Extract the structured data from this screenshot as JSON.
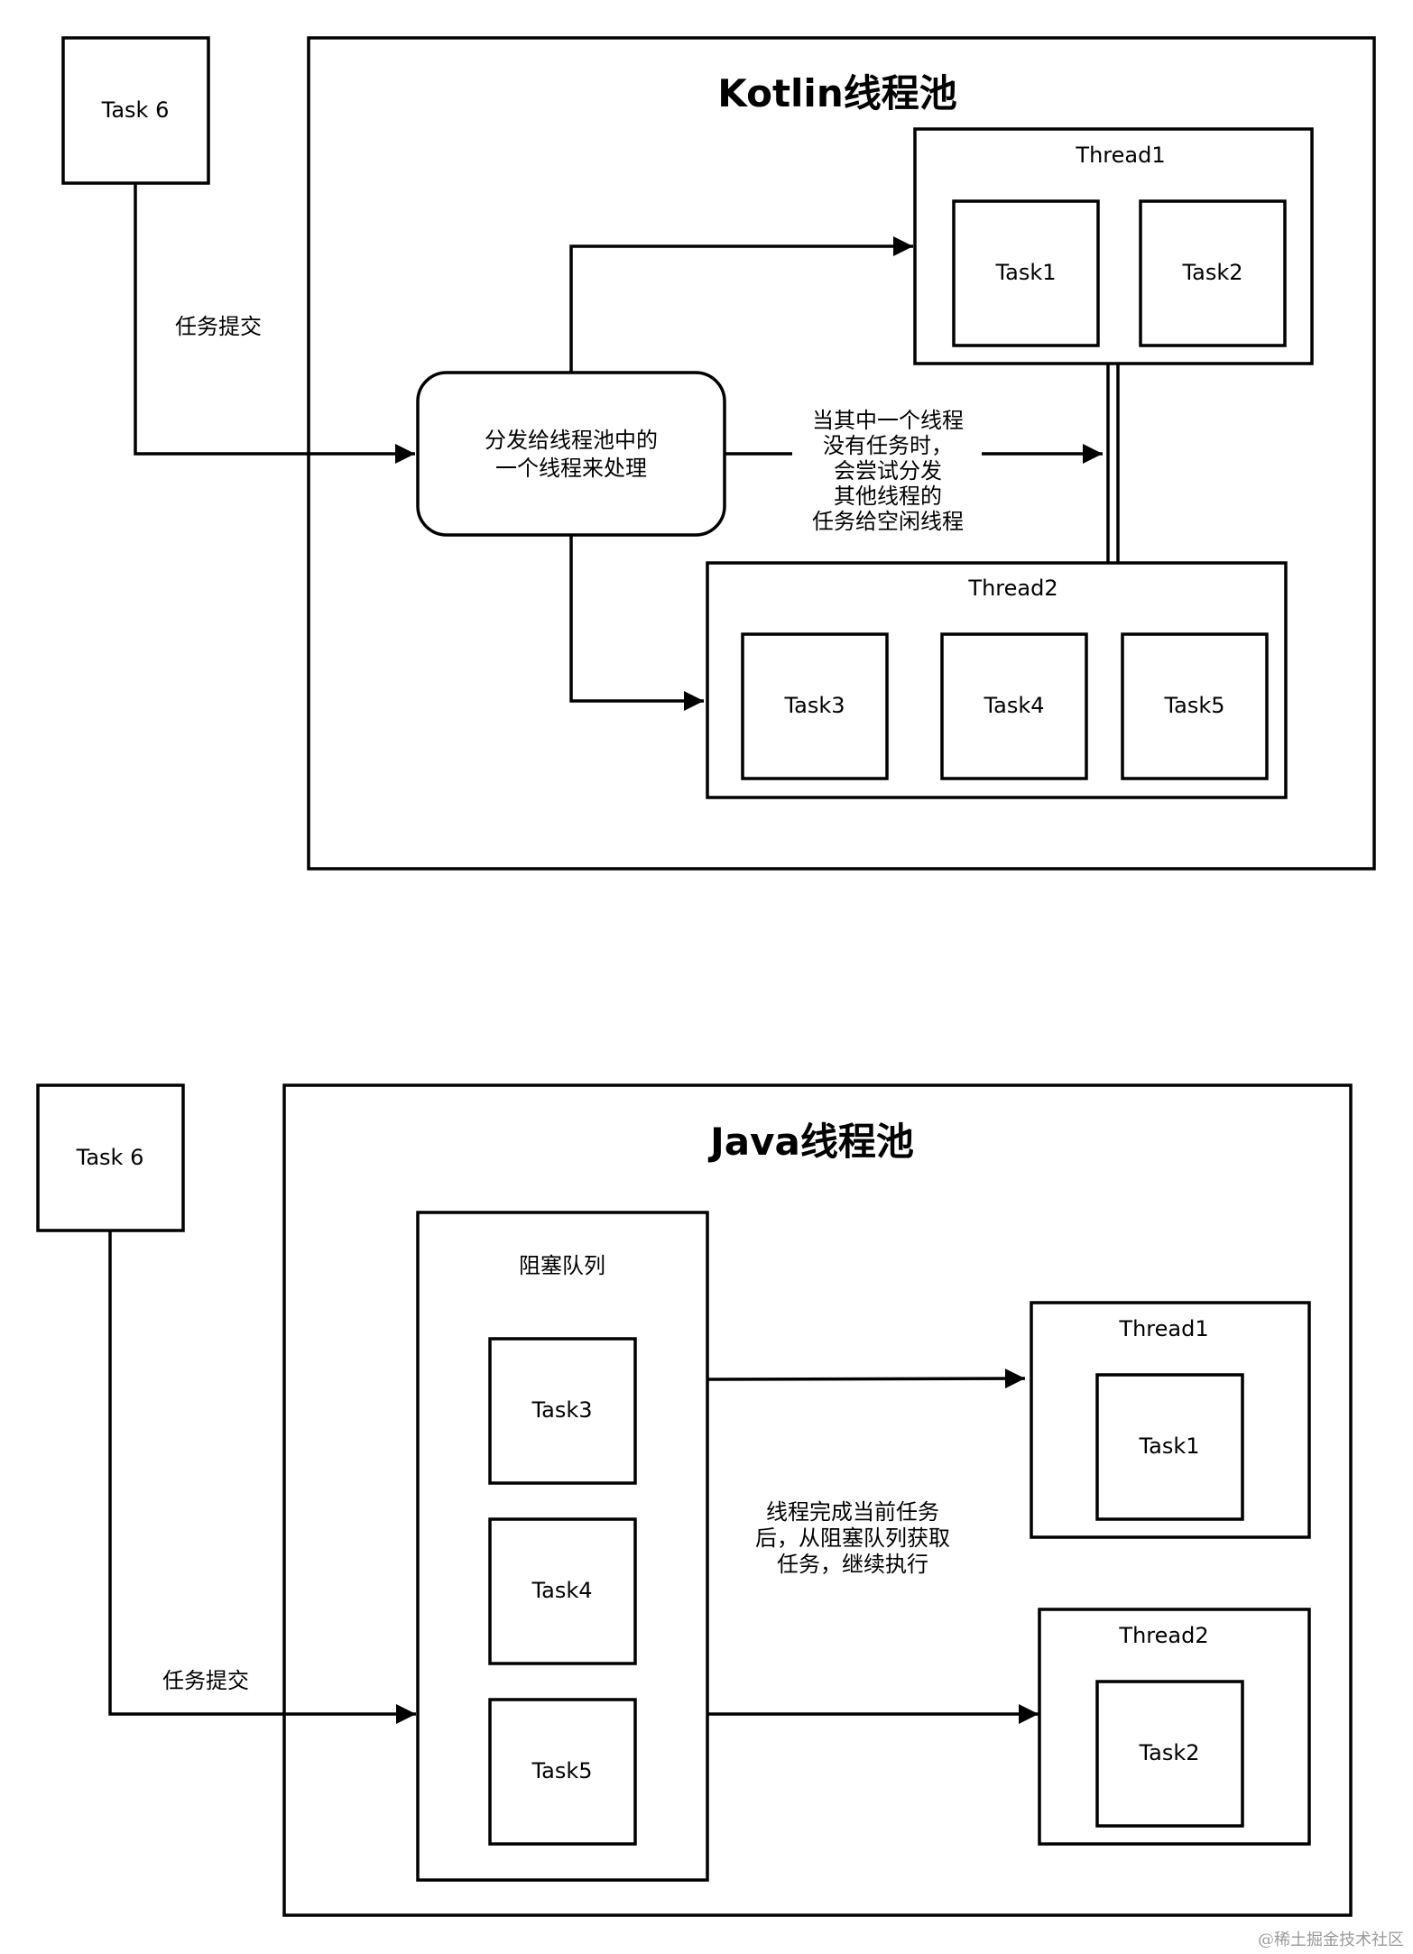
{
  "kotlin": {
    "title": "Kotlin线程池",
    "task6": "Task 6",
    "submit": "任务提交",
    "dispatcher": [
      "分发给线程池中的",
      "一个线程来处理"
    ],
    "steal_note": [
      "当其中一个线程",
      "没有任务时，",
      "会尝试分发",
      "其他线程的",
      "任务给空闲线程"
    ],
    "thread1": {
      "title": "Thread1",
      "tasks": [
        "Task1",
        "Task2"
      ]
    },
    "thread2": {
      "title": "Thread2",
      "tasks": [
        "Task3",
        "Task4",
        "Task5"
      ]
    }
  },
  "java": {
    "title": "Java线程池",
    "task6": "Task 6",
    "submit": "任务提交",
    "queue": {
      "title": "阻塞队列",
      "tasks": [
        "Task3",
        "Task4",
        "Task5"
      ]
    },
    "note": [
      "线程完成当前任务",
      "后，从阻塞队列获取",
      "任务，继续执行"
    ],
    "thread1": {
      "title": "Thread1",
      "tasks": [
        "Task1"
      ]
    },
    "thread2": {
      "title": "Thread2",
      "tasks": [
        "Task2"
      ]
    }
  },
  "watermark": "@稀土掘金技术社区"
}
